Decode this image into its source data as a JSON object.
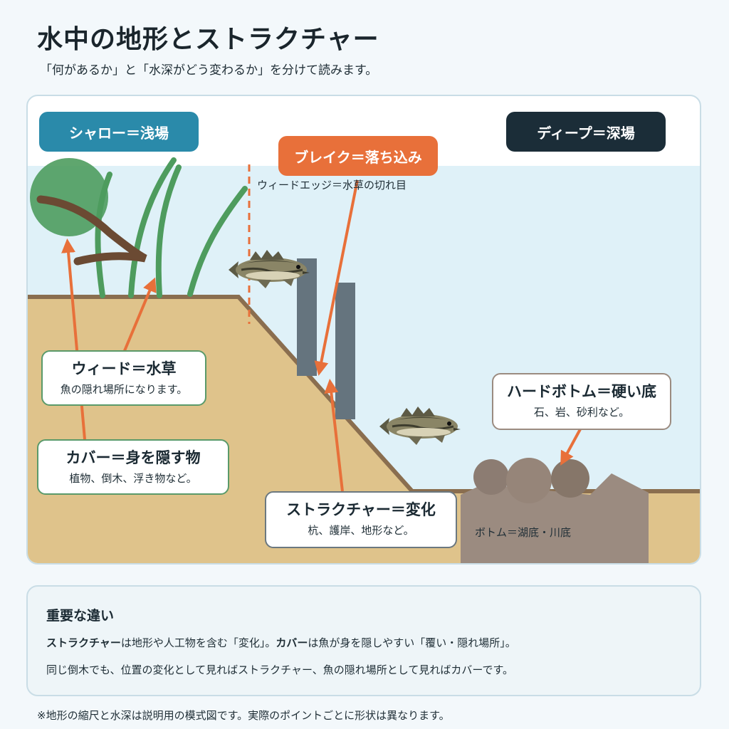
{
  "header": {
    "title": "水中の地形とストラクチャー",
    "subtitle": "「何があるか」と「水深がどう変わるか」を分けて読みます。"
  },
  "zones": {
    "shallow": "シャロー＝浅場",
    "deep": "ディープ＝深場",
    "break": "ブレイク＝落ち込み"
  },
  "labels": {
    "weed_edge": "ウィードエッジ＝水草の切れ目",
    "bottom": "ボトム＝湖底・川底"
  },
  "callouts": {
    "weed": {
      "title": "ウィード＝水草",
      "desc": "魚の隠れ場所になります。"
    },
    "cover": {
      "title": "カバー＝身を隠す物",
      "desc": "植物、倒木、浮き物など。"
    },
    "structure": {
      "title": "ストラクチャー＝変化",
      "desc": "杭、護岸、地形など。"
    },
    "hard_bottom": {
      "title": "ハードボトム＝硬い底",
      "desc": "石、岩、砂利など。"
    }
  },
  "notes": {
    "title": "重要な違い",
    "line1_term1": "ストラクチャー",
    "line1_text1": "は地形や人工物を含む「変化」。",
    "line1_term2": "カバー",
    "line1_text2": "は魚が身を隠しやすい「覆い・隠れ場所」。",
    "line2": "同じ倒木でも、位置の変化として見ればストラクチャー、魚の隠れ場所として見ればカバーです。"
  },
  "footnote": "※地形の縮尺と水深は説明用の模式図です。実際のポイントごとに形状は異なります。",
  "colors": {
    "water": "#dff1f8",
    "sand": "#dfc38b",
    "ground_line": "#8a6e4f",
    "weed": "#4e9c5e",
    "arrow": "#e8703a",
    "shallow_pill": "#2a8aaa",
    "deep_pill": "#1b2d38",
    "break_pill": "#e8703a",
    "rock": "#9b8b80"
  }
}
